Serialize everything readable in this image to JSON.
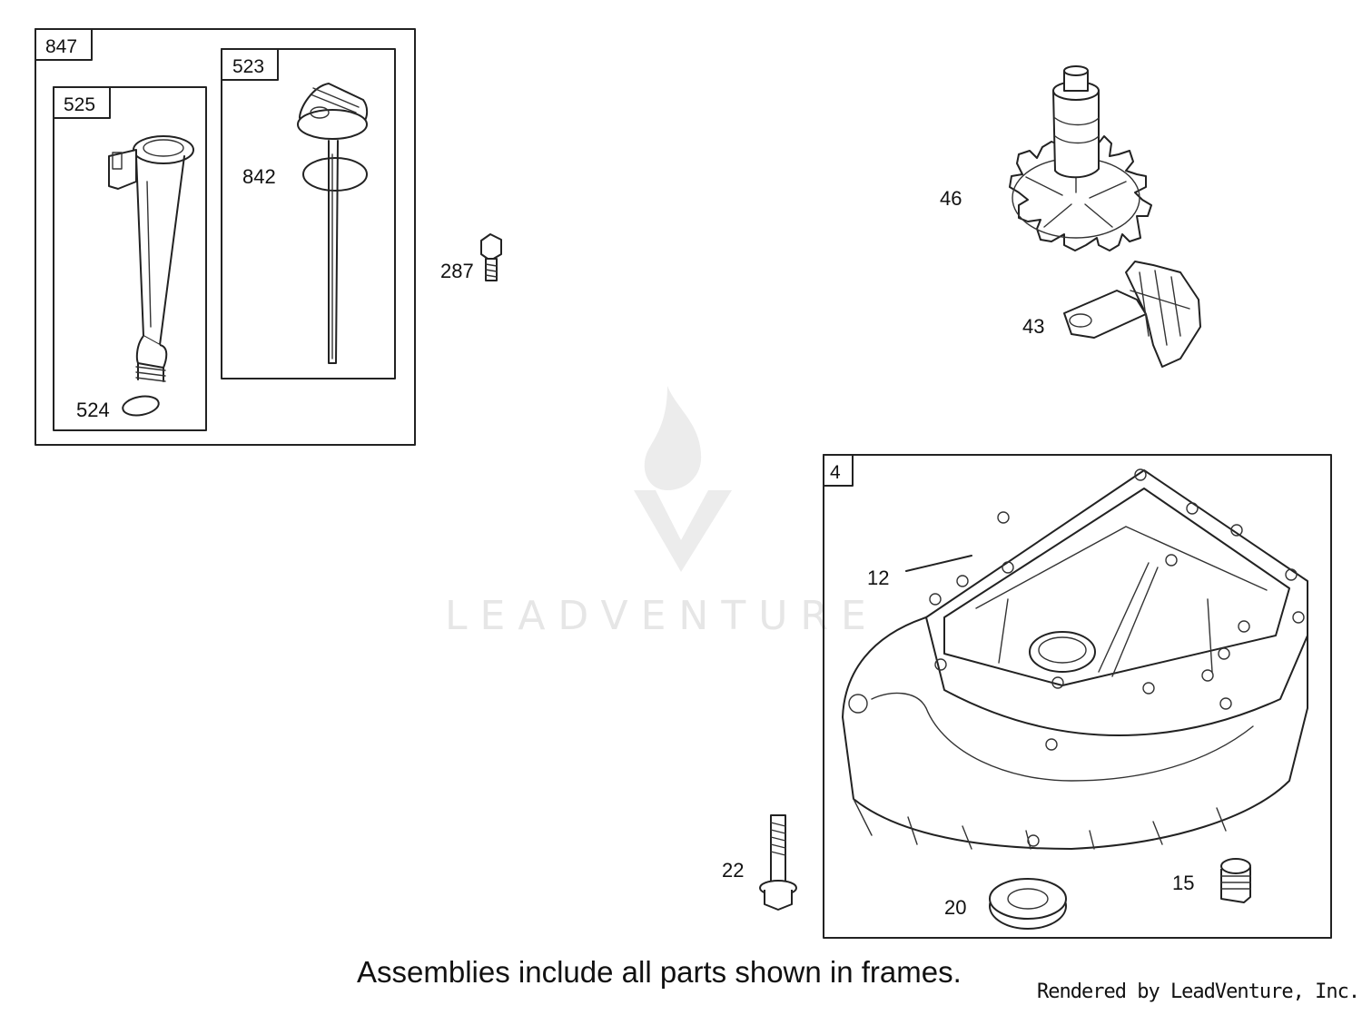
{
  "frames": {
    "f847": "847",
    "f525": "525",
    "f523": "523",
    "f4": "4"
  },
  "callouts": {
    "c842": "842",
    "c524": "524",
    "c287": "287",
    "c46": "46",
    "c43": "43",
    "c12": "12",
    "c22": "22",
    "c20": "20",
    "c15": "15"
  },
  "watermark": {
    "text": "LEADVENTURE",
    "icon": "flame-v-logo-icon",
    "color": "#e6e6e6"
  },
  "footer": {
    "note": "Assemblies include all parts shown in frames.",
    "credit": "Rendered by LeadVenture, Inc."
  }
}
